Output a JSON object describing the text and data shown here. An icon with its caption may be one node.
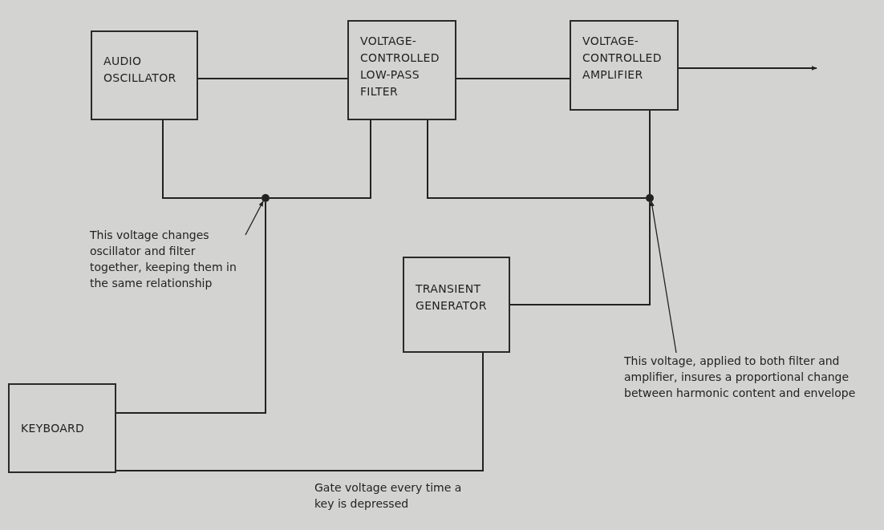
{
  "diagram": {
    "nodes": [
      {
        "text": [
          "AUDIO OSCILLATOR"
        ]
      },
      {
        "text": [
          "VOLTAGE-CONTROLLED LOW-PASS FILTER"
        ]
      },
      {
        "text": [
          "VOLTAGE-CONTROLLED AMPLIFIER"
        ]
      },
      {
        "text": [
          "TRANSIENT GENERATOR"
        ]
      },
      {
        "text": [
          "KEYBOARD"
        ]
      },
      {
        "text": [],
        "shape": "circle"
      },
      {
        "text": [],
        "shape": "circle"
      },
      {
        "text": [
          "This voltage changes oscillator and filter together, keeping them in the same relationship"
        ]
      },
      {
        "text": [
          "This voltage, applied to both filter and amplifier, insures a proportional change between harmonic content and envelope"
        ]
      }
    ],
    "edges": [
      {
        "from": 0,
        "to": 1,
        "arrow": "none"
      },
      {
        "from": 1,
        "to": 2,
        "arrow": "none"
      },
      {
        "from": 2,
        "to": null,
        "arrow": "to"
      },
      {
        "from": 4,
        "to": 5,
        "arrow": "none"
      },
      {
        "from": 5,
        "to": 0,
        "arrow": "none"
      },
      {
        "from": 5,
        "to": 1,
        "arrow": "none"
      },
      {
        "from": 4,
        "to": 3,
        "arrow": "none"
      },
      {
        "from": 3,
        "to": 6,
        "arrow": "none"
      },
      {
        "from": 6,
        "to": 1,
        "arrow": "none"
      },
      {
        "from": 6,
        "to": 2,
        "arrow": "none"
      },
      {
        "from": 7,
        "to": 5,
        "arrow": "to"
      },
      {
        "from": 8,
        "to": 6,
        "arrow": "to"
      }
    ],
    "labels": [
      "Gate voltage every time a key is depressed"
    ]
  }
}
